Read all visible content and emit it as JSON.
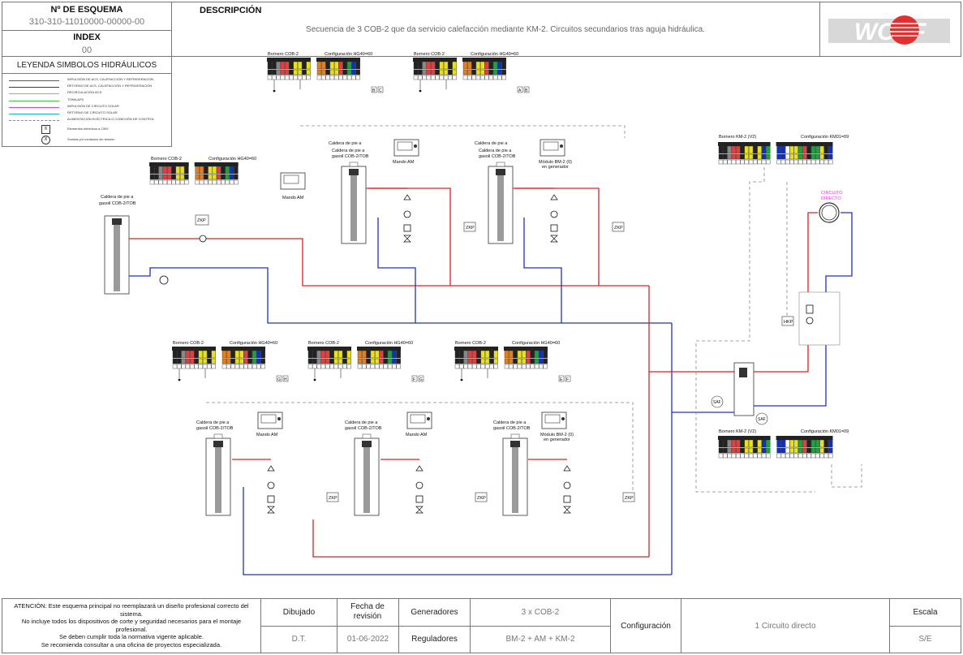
{
  "header": {
    "schema_label": "Nº DE ESQUEMA",
    "schema_number": "310-310-11010000-00000-00",
    "index_label": "INDEX",
    "index_value": "00",
    "description_label": "DESCRIPCIÓN",
    "description_text": "Secuencia de 3 COB-2 que da servicio calefacción mediante KM-2. Circuitos secundarios tras aguja hidráulica.",
    "logo_text": "WOLF"
  },
  "legend": {
    "title": "LEYENDA SIMBOLOS HIDRÁULICOS",
    "items": [
      {
        "text": "IMPULSIÓN DE ACS, CALEFACCIÓN Y REFRIGERACIÓN",
        "color": "#e02020",
        "style": "solid"
      },
      {
        "text": "RETORNO DE ACS, CALEFACCIÓN Y REFRIGERACIÓN",
        "color": "#2030c0",
        "style": "solid"
      },
      {
        "text": "RECIRCULACIÓN ACS",
        "color": "#e0a020",
        "style": "solid"
      },
      {
        "text": "TOMA AFS",
        "color": "#40c040",
        "style": "solid"
      },
      {
        "text": "IMPULSIÓN DE CIRCUITO SOLAR",
        "color": "#e040e0",
        "style": "solid"
      },
      {
        "text": "RETORNO DE CIRCUITO SOLAR",
        "color": "#20b0d0",
        "style": "solid"
      },
      {
        "text": "ALIMENTACIÓN ELÉCTRICA O CONEXIÓN DE CONTROL",
        "color": "#888888",
        "style": "dashed"
      },
      {
        "text": "Elementos eléctricos a 230V",
        "symbol": "X",
        "shape": "square"
      },
      {
        "text": "Sondas y/o contactos sin tensión",
        "symbol": "X",
        "shape": "circle"
      }
    ]
  },
  "labels": {
    "bornero_cob": "Bornero COB-2",
    "config_hg": "Configuración HG40=60",
    "bornero_km": "Bornero KM-2 (V2)",
    "config_km": "Configuración KM01=09",
    "caldera_1": "Caldera de pie a",
    "caldera_2": "gasoil COB-2/TOB",
    "mando_am": "Mando AM",
    "modulo_1": "Módulo BM-2 (0)",
    "modulo_2": "en generador",
    "zkp": "ZKP",
    "hkp": "HKP",
    "saf": "SAF",
    "se": "SE",
    "circuito_1": "CIRCUITO",
    "circuito_2": "DIRECTO",
    "letters": [
      "A",
      "B",
      "C",
      "D",
      "E",
      "F",
      "G",
      "H"
    ]
  },
  "footer": {
    "attention_lines": [
      "ATENCIÓN: Este esquema principal no reemplazará un diseño profesional correcto del",
      "sistema.",
      "No incluye todos los dispositivos de corte y seguridad necesarios para el montaje",
      "profesional.",
      "Se deben cumplir toda la normativa vigente aplicable.",
      "Se recomienda consultar a una oficina de proyectos especializada."
    ],
    "dibujado_label": "Dibujado",
    "dibujado_value": "D.T.",
    "fecha_label": "Fecha de revisión",
    "fecha_value": "01-06-2022",
    "generadores_label": "Generadores",
    "generadores_value": "3 x COB-2",
    "reguladores_label": "Reguladores",
    "reguladores_value": "BM-2 + AM + KM-2",
    "configuracion_label": "Configuración",
    "configuracion_value": "1 Circuito directo",
    "escala_label": "Escala",
    "escala_value": "S/E"
  },
  "colors": {
    "impulsion": "#e02020",
    "retorno": "#2030c0",
    "control": "#888888",
    "circuito_directo_text": "#e040e0"
  }
}
